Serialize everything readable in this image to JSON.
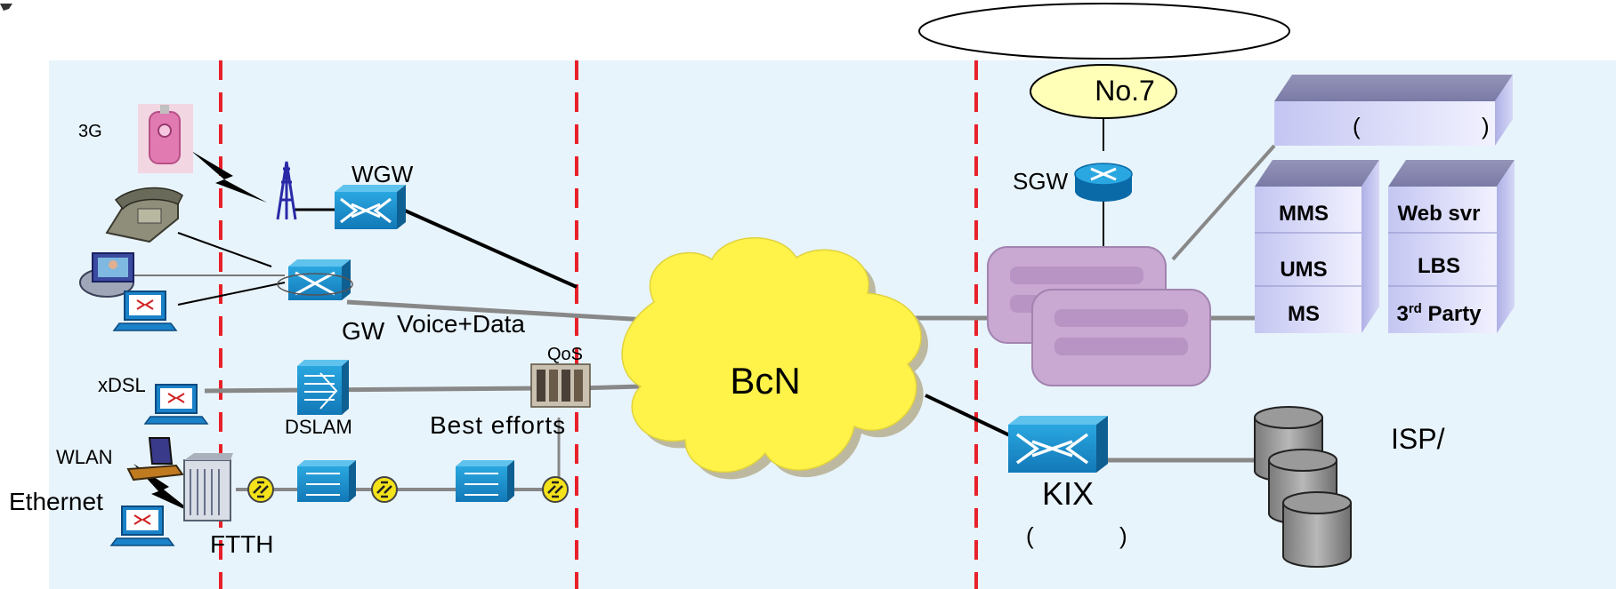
{
  "labels": {
    "no7": "No.7",
    "sgw": "SGW",
    "wgw": "WGW",
    "gw": "GW",
    "voice_data": "Voice+Data",
    "qos": "QoS",
    "best_efforts": "Best efforts",
    "bcn": "BcN",
    "g3": "3G",
    "xdsl": "xDSL",
    "dslam": "DSLAM",
    "wlan": "WLAN",
    "ethernet": "Ethernet",
    "ftth": "FTTH",
    "kix": "KIX",
    "kix_paren_open": "(",
    "kix_paren_close": ")",
    "isp": "ISP/",
    "platform_paren_open": "(",
    "platform_paren_close": ")"
  },
  "servers": {
    "left": [
      "MMS",
      "UMS",
      "MS"
    ],
    "right_web": "Web svr",
    "right_lbs": "LBS",
    "third_party_num": "3",
    "third_party_sup": "rd",
    "third_party_word": " Party"
  },
  "colors": {
    "panel": "#e8f4fb",
    "divider": "#e8202a",
    "cloud": "#fff34a",
    "switch": "#1f9bd6",
    "server_box": "#c7c8f0",
    "router_box": "#c9a8d2",
    "no7_fill": "#ffffb8"
  },
  "icons": [
    "phone-icon",
    "videophone-icon",
    "pc-icon",
    "antenna-tower-icon",
    "lightning-icon",
    "mobile-phone-icon",
    "switch-icon",
    "router-icon",
    "dslam-icon",
    "building-icon",
    "repeater-icon",
    "database-icon",
    "qos-equipment-icon",
    "laptop-icon"
  ]
}
